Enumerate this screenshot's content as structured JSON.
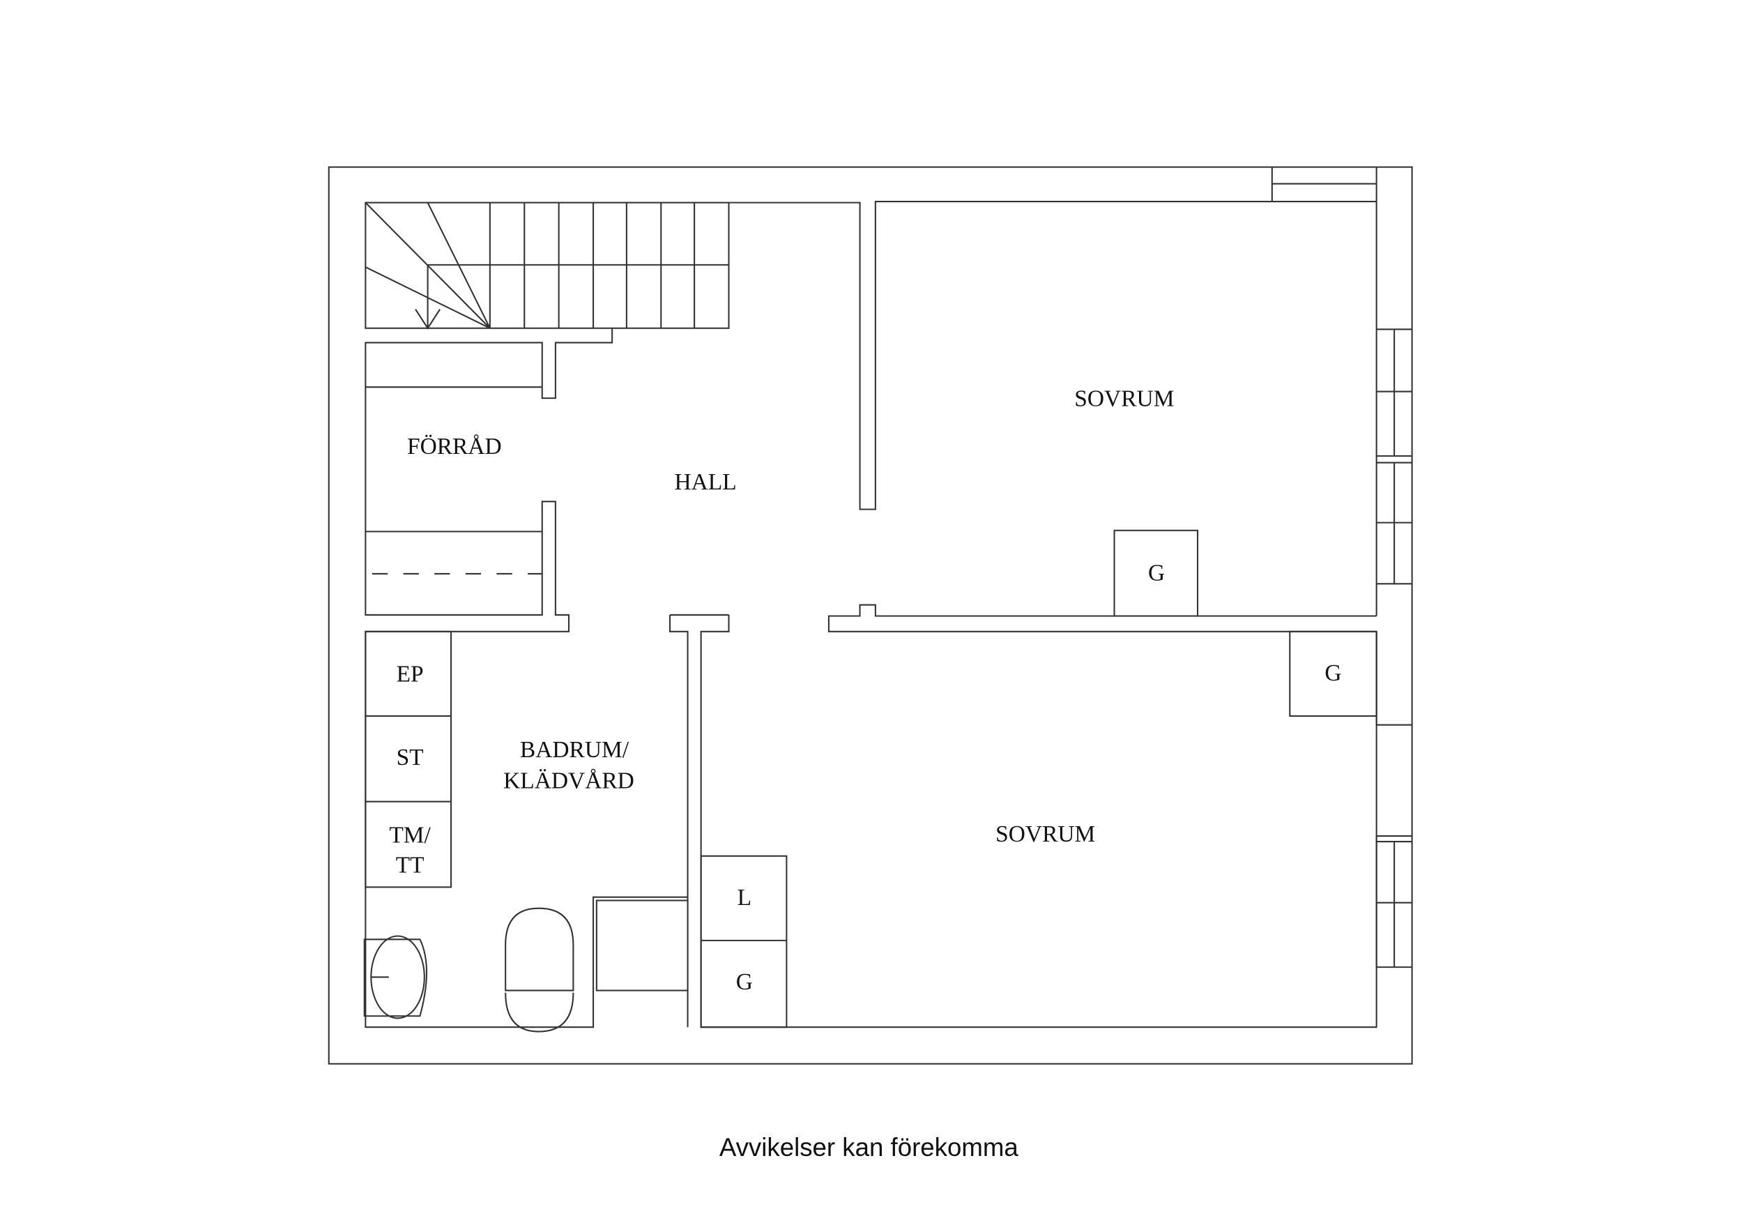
{
  "plan": {
    "rooms": {
      "sovrum_top": "SOVRUM",
      "sovrum_bottom": "SOVRUM",
      "forrad": "FÖRRÅD",
      "hall": "HALL",
      "badrum_line1": "BADRUM/",
      "badrum_line2": "KLÄDVÅRD"
    },
    "fixtures": {
      "ep": "EP",
      "st": "ST",
      "tm_line1": "TM/",
      "tm_line2": "TT",
      "g1": "G",
      "g2": "G",
      "g3": "G",
      "l": "L"
    }
  },
  "caption": "Avvikelser kan förekomma"
}
